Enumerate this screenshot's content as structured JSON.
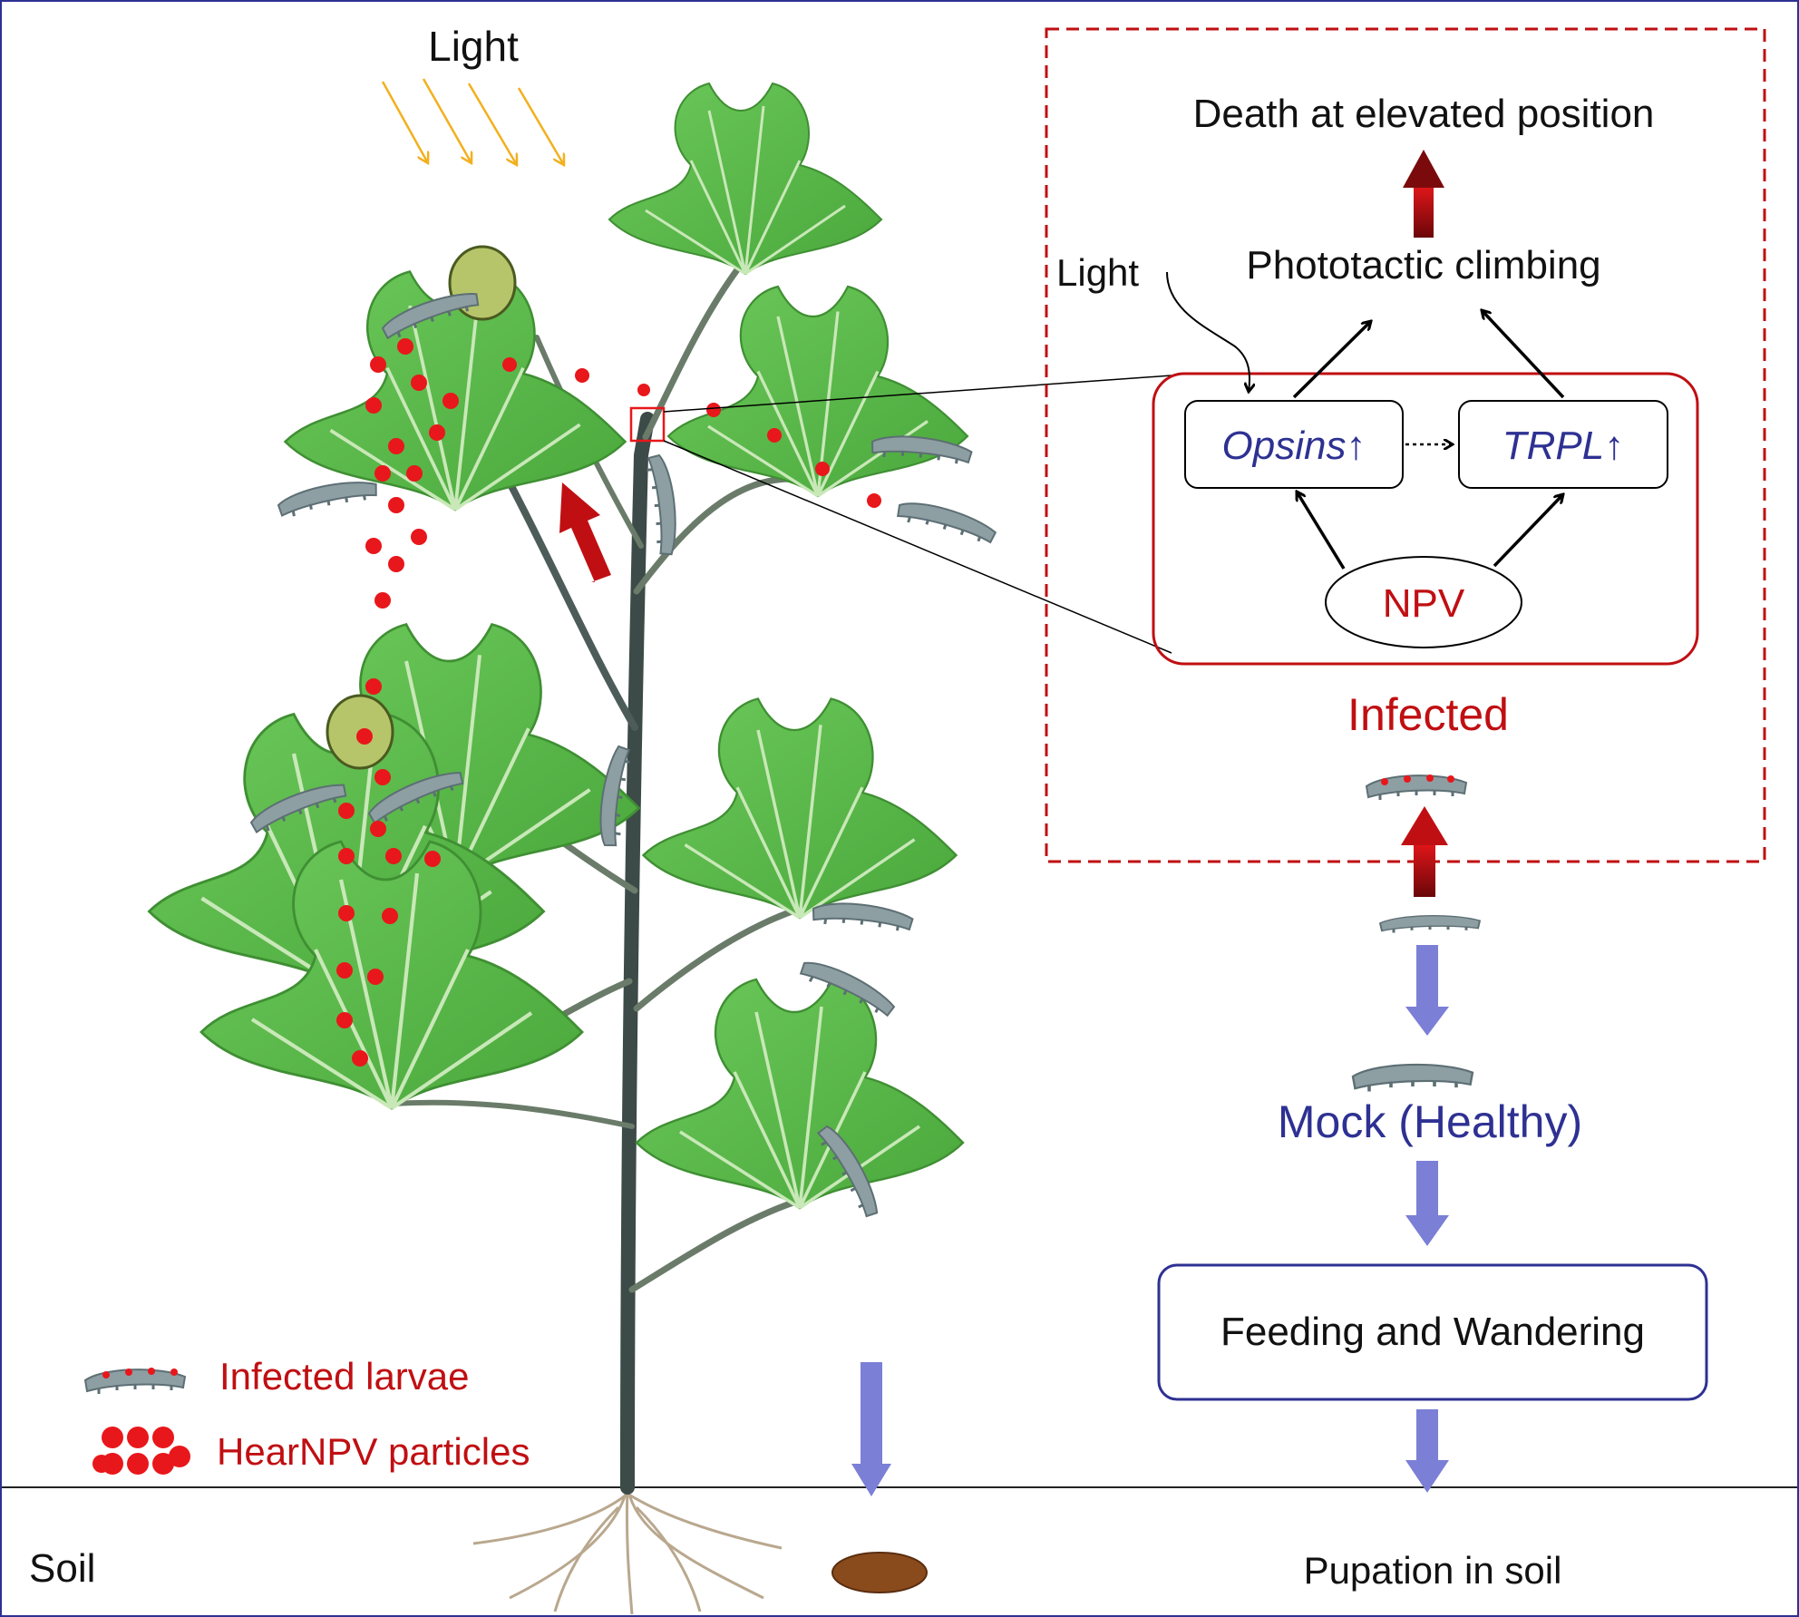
{
  "colors": {
    "leaf": "#5cb848",
    "leaf_dark": "#3f8f33",
    "stem": "#3c4a48",
    "virus_red": "#e8171b",
    "infected_red": "#c00f12",
    "mock_blue": "#2e3192",
    "flow_blue": "#7b7fd6",
    "sun": "#f2b01e",
    "larva": "#8e9fa4",
    "pupa": "#8a4b1c"
  },
  "plant": {
    "light_label": "Light",
    "soil_label": "Soil"
  },
  "legend": {
    "infected_larvae": "Infected larvae",
    "particles": "HearNPV particles"
  },
  "mechanism": {
    "death": "Death at elevated position",
    "climbing": "Phototactic climbing",
    "light": "Light",
    "opsins": "Opsins↑",
    "trpl": "TRPL↑",
    "npv": "NPV",
    "infected": "Infected"
  },
  "flow": {
    "mock": "Mock (Healthy)",
    "feeding": "Feeding and Wandering",
    "pupation": "Pupation in soil"
  }
}
